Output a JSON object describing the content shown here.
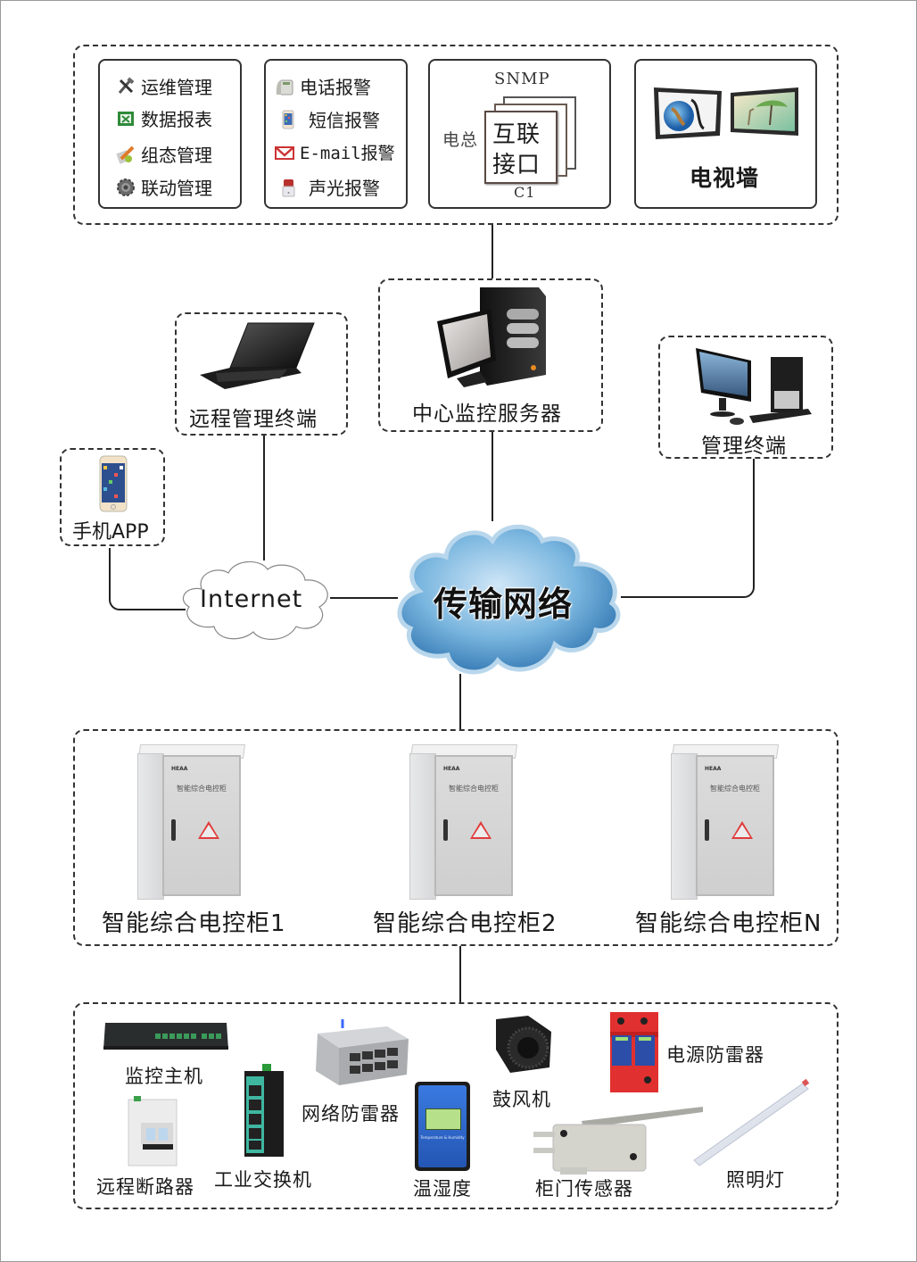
{
  "top_section": {
    "ops_menu": {
      "items": [
        {
          "icon": "tools-icon",
          "label": "运维管理"
        },
        {
          "icon": "spreadsheet-icon",
          "label": "数据报表"
        },
        {
          "icon": "paint-edit-icon",
          "label": "组态管理"
        },
        {
          "icon": "gear-icon",
          "label": "联动管理"
        }
      ]
    },
    "alarm_menu": {
      "items": [
        {
          "icon": "telephone-icon",
          "label": "电话报警"
        },
        {
          "icon": "smartphone-icon",
          "label": "短信报警"
        },
        {
          "icon": "email-icon",
          "label": "E-mail报警"
        },
        {
          "icon": "siren-icon",
          "label": "声光报警"
        }
      ]
    },
    "interface_box": {
      "top_label": "SNMP",
      "left_label": "电总",
      "bottom_label": "C1",
      "card_line1": "互联",
      "card_line2": "接口"
    },
    "tv_wall": {
      "label": "电视墙"
    }
  },
  "middle_section": {
    "server": {
      "label": "中心监控服务器"
    },
    "remote_terminal": {
      "label": "远程管理终端"
    },
    "mobile_app": {
      "label": "手机APP"
    },
    "mgmt_terminal": {
      "label": "管理终端"
    },
    "internet_cloud": {
      "label": "Internet"
    },
    "transport_cloud": {
      "label": "传输网络"
    }
  },
  "cabinets": {
    "door_text": "智能综合电控柜",
    "brand": "HEAA",
    "items": [
      {
        "label": "智能综合电控柜1"
      },
      {
        "label": "智能综合电控柜2"
      },
      {
        "label": "智能综合电控柜N"
      }
    ]
  },
  "devices": {
    "monitor_host": "监控主机",
    "remote_breaker": "远程断路器",
    "industrial_switch": "工业交换机",
    "network_surge": "网络防雷器",
    "temp_humidity": "温湿度",
    "temp_humidity_screen": "Temperature & Humidity",
    "blower": "鼓风机",
    "power_surge": "电源防雷器",
    "door_sensor": "柜门传感器",
    "lighting": "照明灯"
  },
  "colors": {
    "cloud_blue": "#3f86c0",
    "surge_red": "#e0302f",
    "switch_teal": "#3fb6a0",
    "sensor_blue": "#2f6fd0"
  }
}
